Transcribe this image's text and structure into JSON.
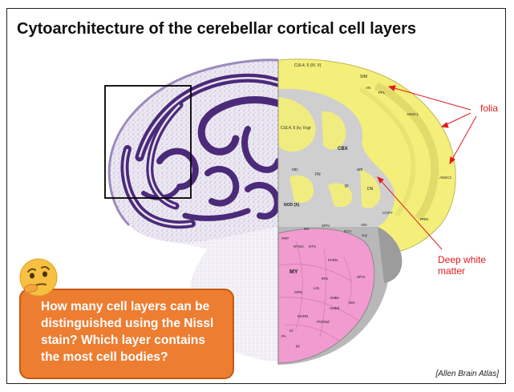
{
  "title": "Cytoarchitecture of the cerebellar cortical cell layers",
  "annotations": {
    "folia": "folia",
    "deep_white_matter": "Deep white matter"
  },
  "question": "How many cell layers can be distinguished using the Nissl stain? Which layer contains the most cell bodies?",
  "credit": "[Allen Brain Atlas]",
  "atlas_labels": {
    "cul45_top": "CUL4, 5 (IV, V)",
    "cul45_left": "CUL4, 5 (iv, Vcgr",
    "sim": "SIM",
    "an": "AN",
    "pfl": "PFL",
    "ansc1": "ANSC1",
    "cbx": "CBX",
    "cbc": "cbc",
    "arb": "arb",
    "fn": "FN",
    "ip": "IP",
    "dn": "DN",
    "ansc2": "ANSC2",
    "copy": "COPY",
    "prm": "PRM",
    "nod": "NOD (X)",
    "vin": "VIN",
    "scp": "scp",
    "mv": "MV",
    "spiv": "SPIV",
    "ecu": "ECU",
    "prp": "PRP",
    "ntsm": "NTSm",
    "nts": "NTS",
    "my": "MY",
    "parn": "PARN",
    "irn": "IRN",
    "spvi": "SPVI",
    "grn": "GRN",
    "lin": "LIN",
    "ambv": "AMBv",
    "ambd": "AMBd",
    "isn": "ISN",
    "marn": "MARN",
    "pgrnd": "PGRNd",
    "io": "IO",
    "pa": "PA",
    "py": "py"
  },
  "colors": {
    "accent": "#ed7d31",
    "annotation_red": "#e31a1c",
    "nissl_purple": "#4b2a7a",
    "cortex_yellow": "#f3ef7a",
    "white_matter_gray": "#c8c8c8",
    "medulla_pink": "#f29bd0"
  },
  "icons": {
    "thinking": "thinking-face-icon"
  }
}
